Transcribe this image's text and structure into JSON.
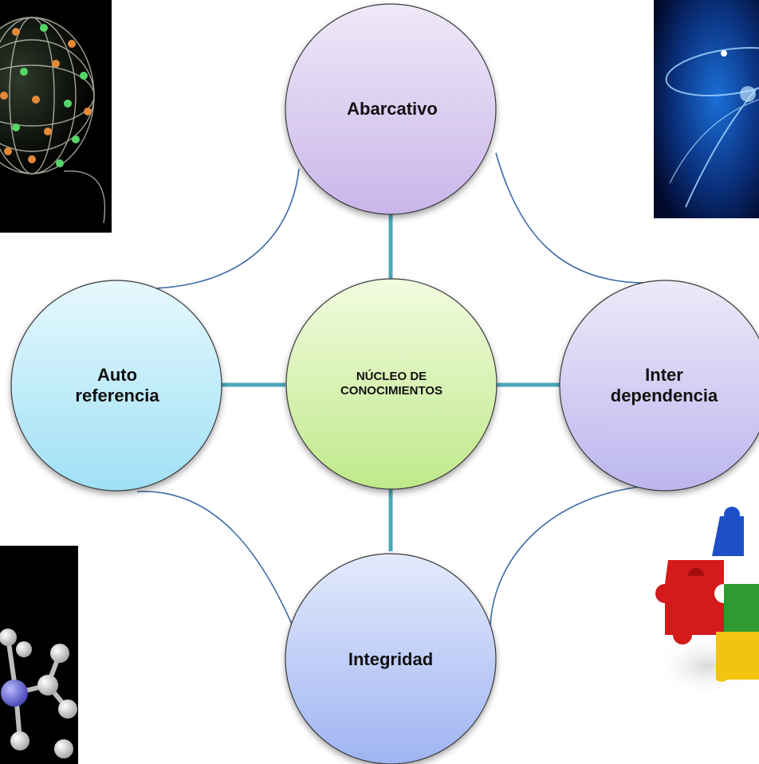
{
  "center": {
    "label": "NÚCLEO DE\nCONOCIMIENTOS",
    "fill": "#d8f5a8"
  },
  "nodes": {
    "top": {
      "label": "Abarcativo",
      "fill": "#ddd2f2"
    },
    "left": {
      "label": "Auto\nreferencia",
      "fill": "#c2ecfb"
    },
    "right": {
      "label": "Inter\ndependencia",
      "fill": "#d8d4f4"
    },
    "bottom": {
      "label": "Integridad",
      "fill": "#bfcdf7"
    }
  },
  "colors": {
    "spoke": "#4aa8bb",
    "arc": "#3c6aa8",
    "circle_stroke": "#3a3a3a"
  },
  "photos": {
    "top_left": "wireframe-globe-image",
    "top_right": "blue-atom-image",
    "bottom_left": "molecule-model-image",
    "bottom_right": "puzzle-pieces-image"
  }
}
